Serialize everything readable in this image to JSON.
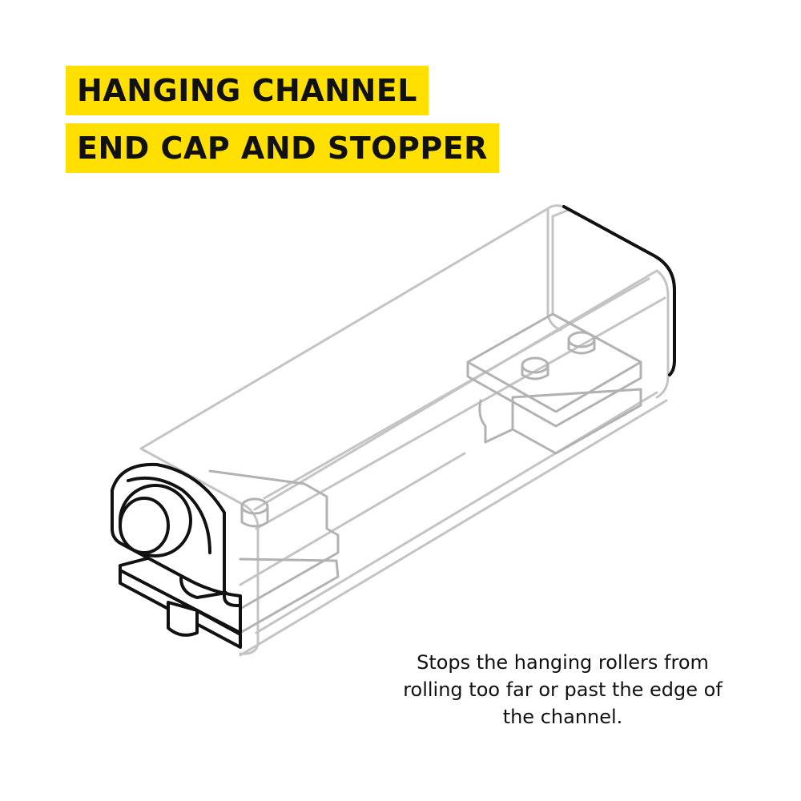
{
  "title": {
    "line1": "HANGING CHANNEL",
    "line2": "END CAP AND STOPPER"
  },
  "caption": "Stops the hanging rollers from rolling too far or past the edge of the channel.",
  "colors": {
    "highlight": "#FFE000",
    "text": "#111111",
    "ghost_stroke": "#C4C4C4",
    "outline_stroke": "#111111"
  },
  "illustration": {
    "subject": "hanging-channel-with-end-cap-and-stopper"
  }
}
